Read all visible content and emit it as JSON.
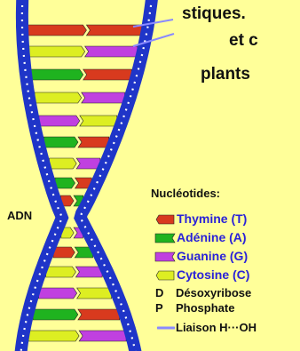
{
  "header_lines": [
    "stiques.",
    "et c",
    "plants"
  ],
  "adn_label": "ADN",
  "legend": {
    "title": "Nucléotides:",
    "items": [
      {
        "label": "Thymine (T)",
        "color": "#d83a1e",
        "icon": "thymine-icon"
      },
      {
        "label": "Adénine (A)",
        "color": "#1fb31f",
        "icon": "adenine-icon"
      },
      {
        "label": "Guanine (G)",
        "color": "#c040e0",
        "icon": "guanine-icon"
      },
      {
        "label": "Cytosine (C)",
        "color": "#ddee22",
        "icon": "cytosine-icon"
      }
    ],
    "abbreviations": [
      {
        "key": "D",
        "label": "Désoxyribose"
      },
      {
        "key": "P",
        "label": "Phosphate"
      }
    ],
    "bond": {
      "label": "Liaison H···OH",
      "icon": "hydrogen-bond-icon"
    }
  },
  "colors": {
    "background": "#ffff99",
    "backbone": "#1f35c8",
    "backbone_dots": "#ffffff",
    "bond_line": "#8a8aff"
  }
}
